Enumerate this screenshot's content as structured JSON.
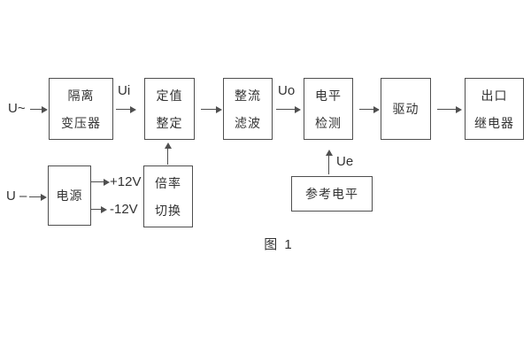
{
  "figure_caption": "图 1",
  "colors": {
    "line": "#4f4f4f",
    "text": "#333333",
    "bg": "#ffffff"
  },
  "labels": {
    "input_ac": "U~",
    "input_dc": "U –",
    "ui": "Ui",
    "uo": "Uo",
    "ue": "Ue",
    "plus_12v": "+12V",
    "minus_12v": "-12V"
  },
  "blocks": {
    "isolation_transformer": {
      "line1": "隔离",
      "line2": "变压器"
    },
    "value_setting": {
      "line1": "定值",
      "line2": "整定"
    },
    "rectify_filter": {
      "line1": "整流",
      "line2": "滤波"
    },
    "level_detect": {
      "line1": "电平",
      "line2": "检测"
    },
    "drive": {
      "label": "驱动"
    },
    "outlet_relay": {
      "line1": "出口",
      "line2": "继电器"
    },
    "power": {
      "label": "电源"
    },
    "ratio_switch": {
      "line1": "倍率",
      "line2": "切换"
    },
    "reference_level": {
      "label": "参考电平"
    }
  }
}
